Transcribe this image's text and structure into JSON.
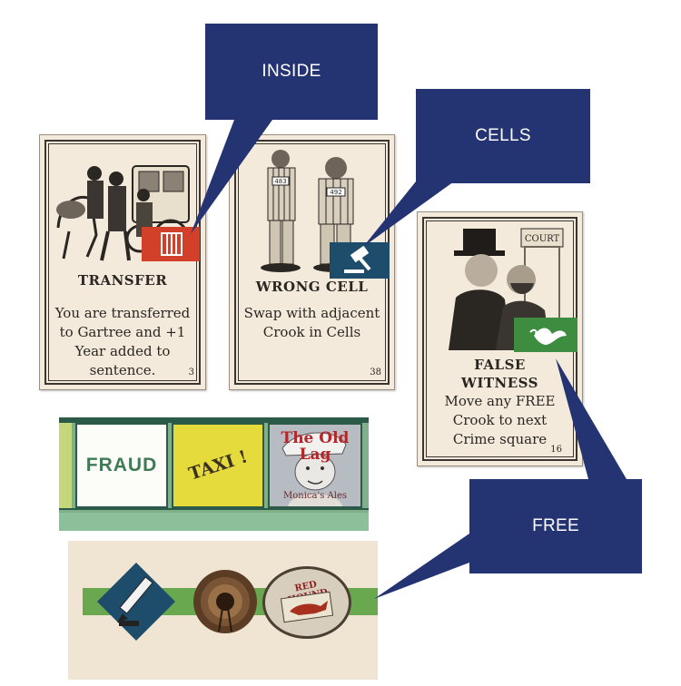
{
  "cards": [
    {
      "title": "TRANSFER",
      "text": "You are transferred to Gartree and +1 Year added to sentence.",
      "number": "3",
      "icon": "prison-bars-icon",
      "icon_color": "#d3402a"
    },
    {
      "title": "WRONG CELL",
      "text": "Swap with adjacent Crook in Cells",
      "number": "38",
      "icon": "gavel-icon",
      "icon_color": "#1e4d6b",
      "prisoner_numbers": [
        "483",
        "492"
      ]
    },
    {
      "title": "FALSE WITNESS",
      "text": "Move any FREE Crook to next Crime square",
      "number": "16",
      "icon": "dove-icon",
      "icon_color": "#3d8c40",
      "sign": "COURT"
    }
  ],
  "callouts": {
    "inside": "INSIDE",
    "cells": "CELLS",
    "free": "FREE"
  },
  "board": {
    "fraud": "FRAUD",
    "taxi": "TAXI !",
    "pub_title": "The Old Lag",
    "pub_subtitle": "Monica's Ales"
  },
  "tokens": {
    "pub_sign": "RED HOUND"
  },
  "colors": {
    "callout": "#243372",
    "board_green": "#7fb08a",
    "track_green": "#6aa84f"
  }
}
